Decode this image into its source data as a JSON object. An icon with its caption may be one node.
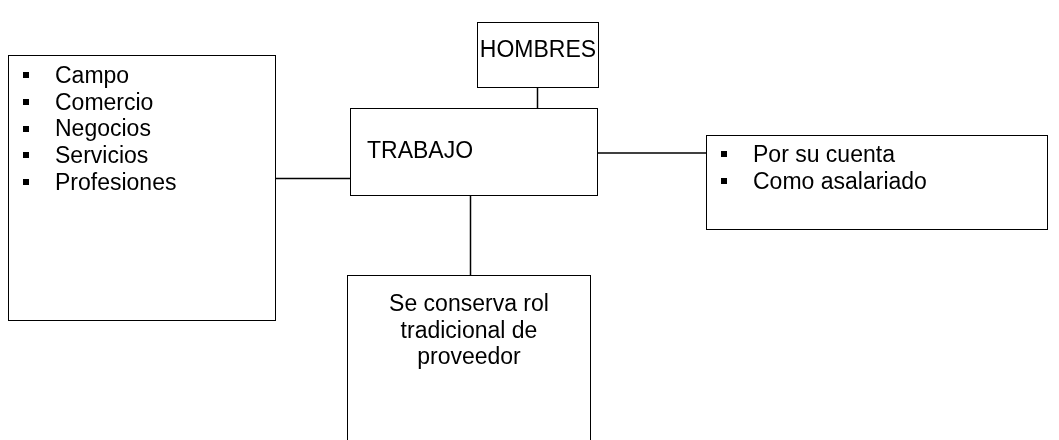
{
  "diagram": {
    "nodes": [
      {
        "text": [
          "HOMBRES"
        ]
      },
      {
        "text": [
          "Campo",
          "Comercio",
          "Negocios",
          "Servicios",
          "Profesiones"
        ]
      },
      {
        "text": [
          "TRABAJO"
        ]
      },
      {
        "text": [
          "Por su cuenta",
          "Como asalariado"
        ]
      },
      {
        "text": [
          "Se conserva rol tradicional de proveedor"
        ]
      }
    ],
    "edges": [
      {
        "from": 0,
        "to": 2,
        "arrow": "none"
      },
      {
        "from": 1,
        "to": 2,
        "arrow": "none"
      },
      {
        "from": 2,
        "to": 3,
        "arrow": "none"
      },
      {
        "from": 2,
        "to": 4,
        "arrow": "none"
      }
    ]
  }
}
